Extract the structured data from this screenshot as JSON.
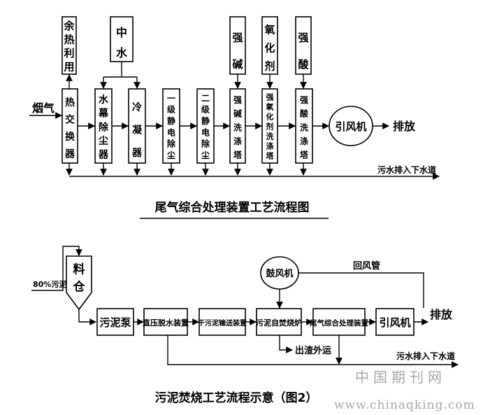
{
  "diagram1": {
    "title": "尾气综合处理装置工艺流程图",
    "input_label": "烟气",
    "output_label": "排放",
    "drain_label": "污水排入下水道",
    "fan_label": "引风机",
    "process_boxes": [
      "热交换器",
      "水幕除尘器",
      "冷凝器",
      "一级静电除尘",
      "二级静电除尘",
      "强碱洗涤塔",
      "强氧化剂洗涤塔",
      "强酸洗涤塔"
    ],
    "top_boxes": [
      "余热利用",
      "中水",
      "强碱",
      "氧化剂",
      "强酸"
    ]
  },
  "diagram2": {
    "title": "污泥焚烧工艺流程示意（图2）",
    "input_label": "80%污泥",
    "silo_label": "料仓",
    "blower_label": "鼓风机",
    "return_label": "回风管",
    "output_label": "排放",
    "slag_label": "出渣外运",
    "drain_label": "污水排入下水道",
    "process_boxes": [
      "污泥泵",
      "直压脱水装置",
      "干污泥输送装置",
      "污泥自焚烧炉",
      "尾气综合处理装置",
      "引风机"
    ]
  },
  "watermark": {
    "line1": "中国期刊网",
    "line2": "www.chinaqking.com"
  }
}
